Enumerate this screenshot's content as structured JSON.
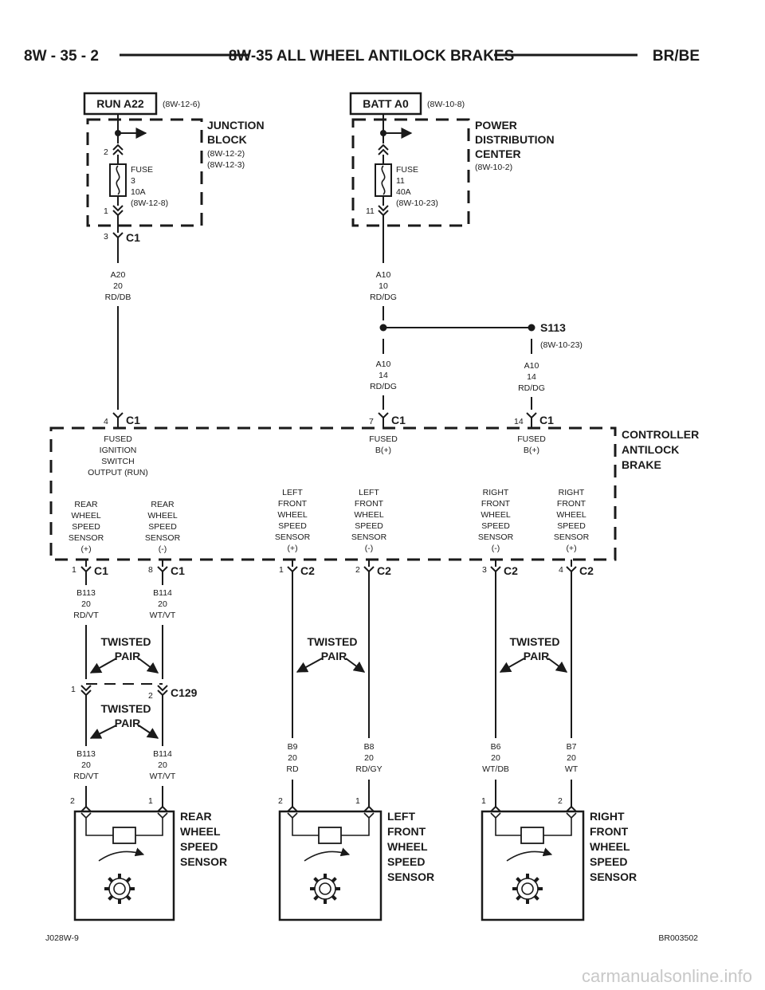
{
  "header": {
    "left": "8W - 35 - 2",
    "center": "8W-35 ALL WHEEL ANTILOCK BRAKES",
    "right": "BR/BE"
  },
  "sources": {
    "run": {
      "label": "RUN A22",
      "ref": "(8W-12-6)"
    },
    "batt": {
      "label": "BATT A0",
      "ref": "(8W-10-8)"
    }
  },
  "junction_block": {
    "title": [
      "JUNCTION",
      "BLOCK"
    ],
    "refs": [
      "(8W-12-2)",
      "(8W-12-3)"
    ],
    "fuse": [
      "FUSE",
      "3",
      "10A",
      "(8W-12-8)"
    ],
    "pin_top": "2",
    "pin_bottom": "1",
    "out_pin": "3",
    "out_conn": "C1"
  },
  "pdc": {
    "title": [
      "POWER",
      "DISTRIBUTION",
      "CENTER"
    ],
    "refs": [
      "(8W-10-2)"
    ],
    "fuse": [
      "FUSE",
      "11",
      "40A",
      "(8W-10-23)"
    ],
    "pin_bottom": "11"
  },
  "wires": {
    "a20": [
      "A20",
      "20",
      "RD/DB"
    ],
    "a10_top": [
      "A10",
      "10",
      "RD/DG"
    ],
    "a10_left": [
      "A10",
      "14",
      "RD/DG"
    ],
    "a10_right": [
      "A10",
      "14",
      "RD/DG"
    ],
    "b113_top": [
      "B113",
      "20",
      "RD/VT"
    ],
    "b114_top": [
      "B114",
      "20",
      "WT/VT"
    ],
    "b113_bot": [
      "B113",
      "20",
      "RD/VT"
    ],
    "b114_bot": [
      "B114",
      "20",
      "WT/VT"
    ],
    "b9": [
      "B9",
      "20",
      "RD"
    ],
    "b8": [
      "B8",
      "20",
      "RD/GY"
    ],
    "b6": [
      "B6",
      "20",
      "WT/DB"
    ],
    "b7": [
      "B7",
      "20",
      "WT"
    ]
  },
  "splice": {
    "name": "S113",
    "ref": "(8W-10-23)"
  },
  "controller": {
    "title": [
      "CONTROLLER",
      "ANTILOCK",
      "BRAKE"
    ],
    "pins_top": [
      {
        "pin": "4",
        "conn": "C1",
        "label": [
          "FUSED",
          "IGNITION",
          "SWITCH",
          "OUTPUT (RUN)"
        ]
      },
      {
        "pin": "7",
        "conn": "C1",
        "label": [
          "FUSED",
          "B(+)"
        ]
      },
      {
        "pin": "14",
        "conn": "C1",
        "label": [
          "FUSED",
          "B(+)"
        ]
      }
    ],
    "pins_bottom": [
      {
        "pin": "1",
        "conn": "C1",
        "label": [
          "REAR",
          "WHEEL",
          "SPEED",
          "SENSOR",
          "(+)"
        ]
      },
      {
        "pin": "8",
        "conn": "C1",
        "label": [
          "REAR",
          "WHEEL",
          "SPEED",
          "SENSOR",
          "(-)"
        ]
      },
      {
        "pin": "1",
        "conn": "C2",
        "label": [
          "LEFT",
          "FRONT",
          "WHEEL",
          "SPEED",
          "SENSOR",
          "(+)"
        ]
      },
      {
        "pin": "2",
        "conn": "C2",
        "label": [
          "LEFT",
          "FRONT",
          "WHEEL",
          "SPEED",
          "SENSOR",
          "(-)"
        ]
      },
      {
        "pin": "3",
        "conn": "C2",
        "label": [
          "RIGHT",
          "FRONT",
          "WHEEL",
          "SPEED",
          "SENSOR",
          "(-)"
        ]
      },
      {
        "pin": "4",
        "conn": "C2",
        "label": [
          "RIGHT",
          "FRONT",
          "WHEEL",
          "SPEED",
          "SENSOR",
          "(+)"
        ]
      }
    ]
  },
  "twisted_pair": [
    "TWISTED",
    "PAIR"
  ],
  "c129": {
    "name": "C129",
    "pin_left": "1",
    "pin_right": "2"
  },
  "sensors": [
    {
      "title": [
        "REAR",
        "WHEEL",
        "SPEED",
        "SENSOR"
      ],
      "pin_left": "2",
      "pin_right": "1"
    },
    {
      "title": [
        "LEFT",
        "FRONT",
        "WHEEL",
        "SPEED",
        "SENSOR"
      ],
      "pin_left": "2",
      "pin_right": "1"
    },
    {
      "title": [
        "RIGHT",
        "FRONT",
        "WHEEL",
        "SPEED",
        "SENSOR"
      ],
      "pin_left": "1",
      "pin_right": "2"
    }
  ],
  "footer": {
    "left": "J028W-9",
    "right": "BR003502"
  },
  "watermark": "carmanualsonline.info"
}
